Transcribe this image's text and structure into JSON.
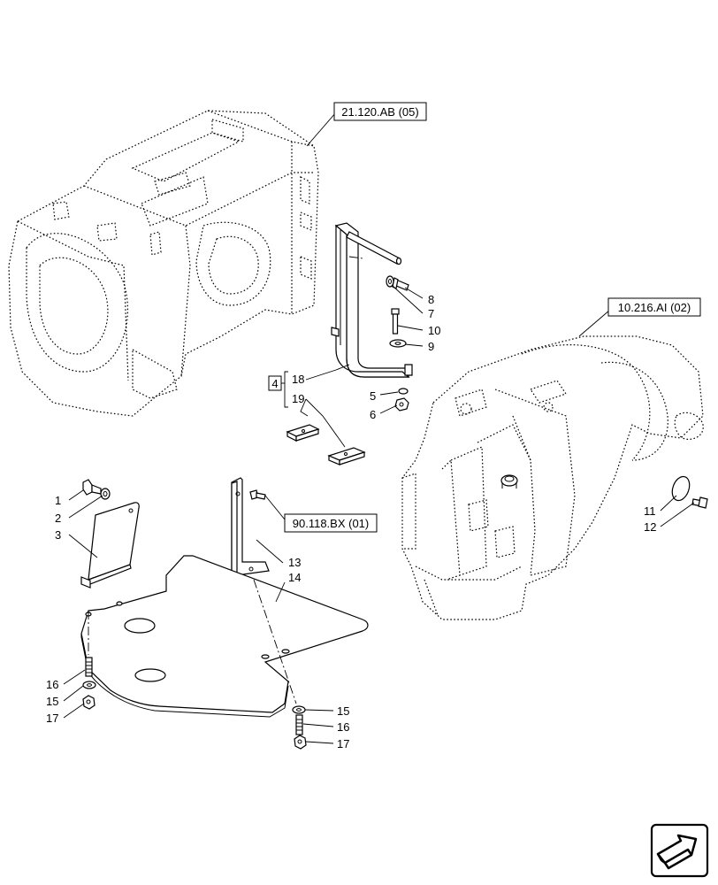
{
  "references": {
    "transmission_housing": "21.120.AB (05)",
    "fuel_tank": "10.216.AI (02)",
    "bracket_ref": "90.118.BX (01)"
  },
  "kit": {
    "number": "4",
    "items": [
      "18",
      "19"
    ]
  },
  "callouts": {
    "c1": "1",
    "c2": "2",
    "c3": "3",
    "c5": "5",
    "c6": "6",
    "c7": "7",
    "c8": "8",
    "c9": "9",
    "c10": "10",
    "c11": "11",
    "c12": "12",
    "c13": "13",
    "c14": "14",
    "c15a": "15",
    "c16a": "16",
    "c17a": "17",
    "c15b": "15",
    "c16b": "16",
    "c17b": "17"
  },
  "navigation": {
    "icon": "next-page-arrow-icon"
  }
}
